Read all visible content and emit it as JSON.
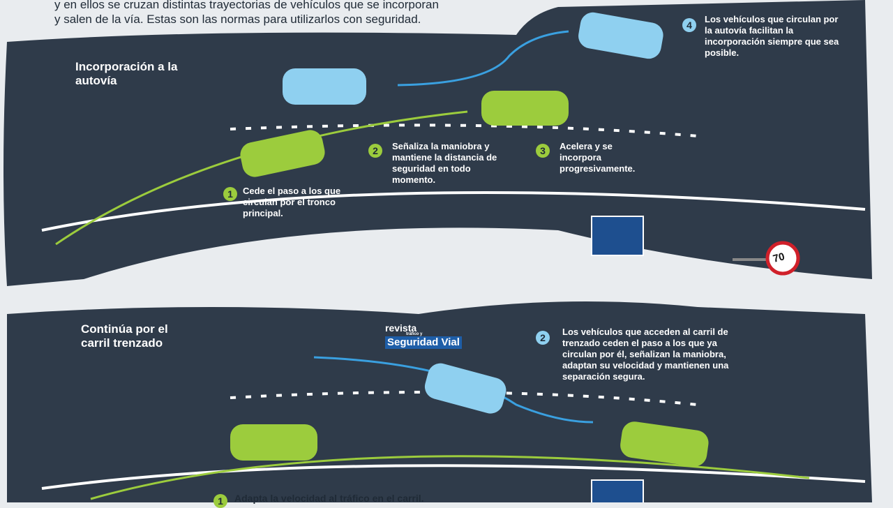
{
  "intro": {
    "line1": "y en ellos se cruzan distintas trayectorias de vehículos que se incorporan",
    "line2": "y salen de la vía. Estas son las normas para utilizarlos con seguridad."
  },
  "section1": {
    "title": "Incorporación a la autovía",
    "steps": [
      {
        "n": "1",
        "text": "Cede el paso a los que circulan por el tronco principal."
      },
      {
        "n": "2",
        "text": "Señaliza la maniobra y mantiene la distancia de seguridad en todo momento."
      },
      {
        "n": "3",
        "text": "Acelera y se incorpora progresivamente."
      },
      {
        "n": "4",
        "text": "Los vehículos que circulan por la autovía facilitan la incorporación siempre que sea posible."
      }
    ],
    "speed_sign": "70"
  },
  "section2": {
    "title": "Continúa por el carril trenzado",
    "steps": [
      {
        "n": "2",
        "text": "Los vehículos que acceden al carril de trenzado ceden el paso a los que ya circulan por él, señalizan la maniobra, adaptan su velocidad y mantienen una separación segura."
      },
      {
        "n": "1",
        "text": "Adapta la velocidad al tráfico en el carril."
      }
    ]
  },
  "logo": {
    "top": "revista",
    "mid": "tráfico y",
    "main": "Seguridad Vial"
  },
  "colors": {
    "road": "#2f3b4a",
    "green": "#9ccc3d",
    "blue": "#8fd0f0",
    "bg": "#e9ecef"
  }
}
